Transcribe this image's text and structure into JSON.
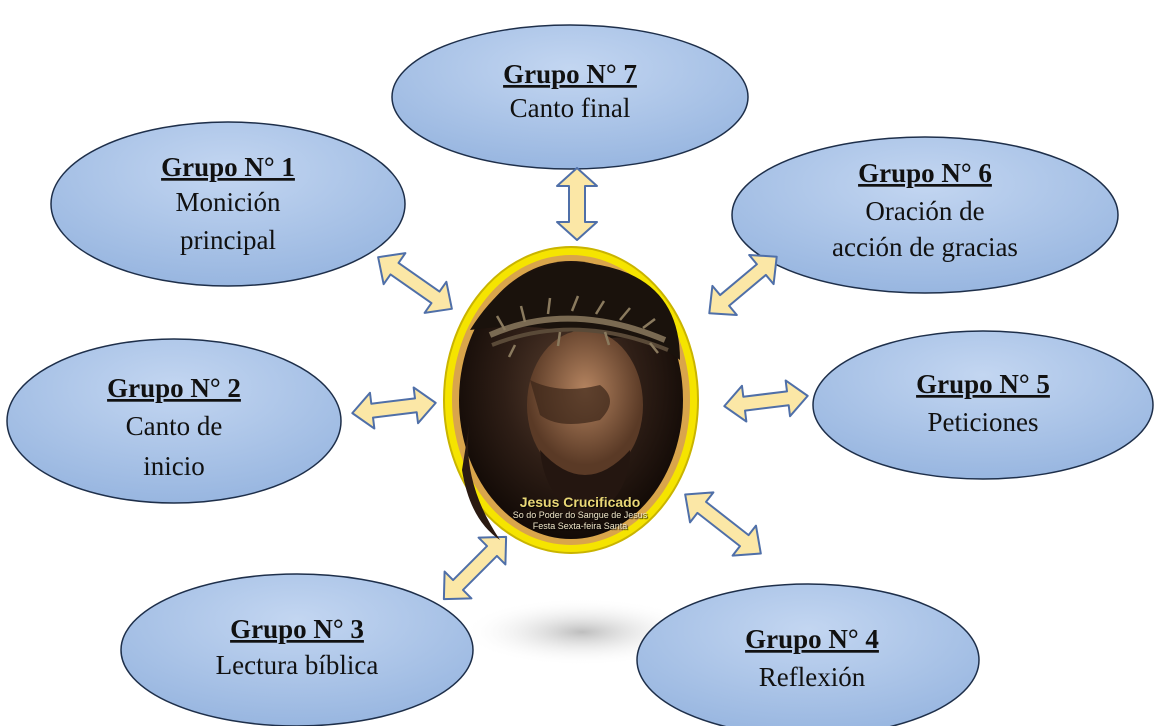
{
  "groups": [
    {
      "title": "Grupo N° 7",
      "lines": [
        "Canto final"
      ]
    },
    {
      "title": "Grupo N° 1",
      "lines": [
        "Monición",
        "principal"
      ]
    },
    {
      "title": "Grupo N° 6",
      "lines": [
        "Oración de",
        "acción de gracias"
      ]
    },
    {
      "title": "Grupo N° 2",
      "lines": [
        "Canto de",
        "inicio"
      ]
    },
    {
      "title": "Grupo N° 5",
      "lines": [
        "Peticiones"
      ]
    },
    {
      "title": "Grupo N° 3",
      "lines": [
        "Lectura bíblica"
      ]
    },
    {
      "title": "Grupo N° 4",
      "lines": [
        "Reflexión"
      ]
    }
  ],
  "center_image": {
    "caption_title": "Jesus Crucificado",
    "caption_line2": "So do Poder do Sangue de Jesus",
    "caption_line3": "Festa Sexta-feira Santa"
  },
  "colors": {
    "ellipse_fill": "#a9c3e8",
    "ellipse_stroke": "#1e2f4a",
    "arrow_fill": "#fbe7a6",
    "arrow_stroke": "#4f6fa8",
    "center_ring": "#f5e400"
  }
}
